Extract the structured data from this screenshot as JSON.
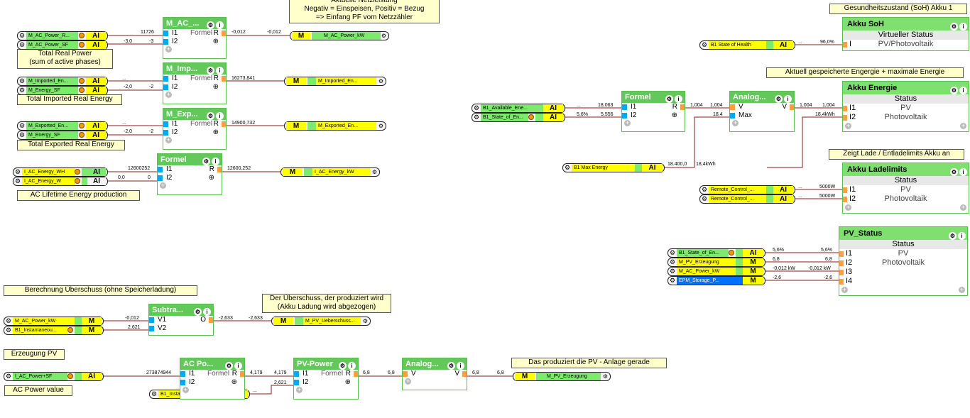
{
  "labels": {
    "netz": "Aktuelle Netzleistung\nNegativ = Einspeisen, Positiv = Bezug\n=> Einfang PF vom Netzzähler",
    "total_real_power": "Total Real Power\n(sum of active phases)",
    "total_imported": "Total Imported Real Energy",
    "total_exported": "Total Exported Real Energy",
    "ac_lifetime": "AC Lifetime Energy production",
    "soh_label": "Gesundheitszustand (SoH) Akku 1",
    "energie_label": "Aktuell gespeicherte Engergie + maximale Energie",
    "ladelimits_label": "Zeigt Lade / Entladelimits Akku an",
    "berechnung": "Berechnung Überschuss (ohne Speicherladung)",
    "ueberschuss": "Der Überschuss, der produziert wird\n(Akku Ladung wird abgezogen)",
    "erzeugung": "Erzeugung PV",
    "ac_power_value": "AC Power value",
    "produziert": "Das produziert die PV - Anlage gerade"
  },
  "inputs": {
    "ac_power_r": {
      "name": "M_AC_Power_R...",
      "type": "AI",
      "value": "11726"
    },
    "ac_power_sf": {
      "name": "M_AC_Power_SF",
      "type": "AI",
      "value": "-3,0"
    },
    "imported": {
      "name": "M_Imported_En...",
      "type": "AI",
      "value": "..."
    },
    "energy_sf1": {
      "name": "M_Energy_SF",
      "type": "AI",
      "value": "-2,0"
    },
    "exported": {
      "name": "M_Exported_En...",
      "type": "AI",
      "value": "..."
    },
    "energy_sf2": {
      "name": "M_Energy_SF",
      "type": "AI",
      "value": "-2,0"
    },
    "ac_energy_wh": {
      "name": "I_AC_Energy_WH",
      "type": "AI",
      "value": "12600252"
    },
    "ac_energy_w": {
      "name": "I_AC_Energy_W",
      "type": "AI",
      "value": "0,0"
    },
    "b1_soh": {
      "name": "B1 State of Health",
      "type": "AI",
      "value": "..."
    },
    "b1_available": {
      "name": "B1_Available_Ene...",
      "type": "AI",
      "value": "..."
    },
    "b1_state_en": {
      "name": "B1_State_of_En...",
      "type": "AI",
      "value": "5,6%"
    },
    "b1_max": {
      "name": "B1 Max Energy",
      "type": "AI",
      "value": "18.400,0"
    },
    "remote1": {
      "name": "Remote_Control_...",
      "type": "AI",
      "value": "..."
    },
    "remote2": {
      "name": "Remote_Control_...",
      "type": "AI",
      "value": "..."
    },
    "pv_b1_state": {
      "name": "B1_State_of_En...",
      "type": "AI",
      "value": "5,6%"
    },
    "pv_m_erz": {
      "name": "M_PV_Erzeugung",
      "type": "M",
      "value": "6,8"
    },
    "pv_m_ac": {
      "name": "M_AC_Power_kW",
      "type": "M",
      "value": "-0,012 kW"
    },
    "pv_epm": {
      "name": "EPM_Storage_P...",
      "type": "M",
      "value": "-2,6"
    },
    "sub_ac": {
      "name": "M_AC_Power_kW",
      "type": "M",
      "value": "-0,012"
    },
    "sub_b1": {
      "name": "B1_Instantaneou...",
      "type": "M",
      "value": "2,621"
    },
    "ac_power_sf_pv": {
      "name": "I_AC_Power+SF",
      "type": "AI",
      "value": "273874944"
    },
    "b1_inst": {
      "name": "B1_Instantaneou...",
      "type": "AI",
      "value": "..."
    }
  },
  "blocks": {
    "mac": {
      "title": "M_AC_...",
      "center": "Formel",
      "i1": "I1",
      "i2": "I2",
      "out": "R",
      "v1": "-3",
      "vout": "-0,012"
    },
    "mimp": {
      "title": "M_Imp...",
      "center": "Formel",
      "i1": "I1",
      "i2": "I2",
      "out": "R",
      "v1": "-2",
      "vout": "16273,841"
    },
    "mexp": {
      "title": "M_Exp...",
      "center": "Formel",
      "i1": "I1",
      "i2": "I2",
      "out": "R",
      "v1": "-2",
      "vout": "14900,732"
    },
    "formel_ac": {
      "title": "Formel",
      "i1": "I1",
      "i2": "I2",
      "out": "R",
      "v1": "0",
      "vout": "12600,252"
    },
    "formel_b1": {
      "title": "Formel",
      "i1": "I1",
      "i2": "I2",
      "out": "R",
      "v0": "18,063",
      "v1": "5,556",
      "vout": "1,004"
    },
    "analog_b1": {
      "title": "Analog...",
      "i1": "V",
      "i2": "Max",
      "out": "V",
      "v0": "1,004",
      "v1": "18,4",
      "vout": "1,004"
    },
    "subtra": {
      "title": "Subtra...",
      "i1": "V1",
      "i2": "V2",
      "out": "O",
      "vout": "-2,633"
    },
    "acpo": {
      "title": "AC Po...",
      "center": "Formel",
      "i1": "I1",
      "i2": "I2",
      "out": "R",
      "vout": "4,179"
    },
    "pvpower": {
      "title": "PV-Power",
      "center": "Formel",
      "i1": "I1",
      "i2": "I2",
      "out": "R",
      "v0": "4,179",
      "v1": "2,621",
      "vout": "6,8"
    },
    "analog_pv": {
      "title": "Analog...",
      "i1": "V",
      "out": "V",
      "v0": "6,8",
      "vout": "6,8"
    }
  },
  "outputs": {
    "m_ac_power_kw": {
      "type": "M",
      "name": "M_AC_Power_kW",
      "value": "-0,012"
    },
    "m_imported": {
      "type": "M",
      "name": "M_Imported_En..."
    },
    "m_exported": {
      "type": "M",
      "name": "M_Exported_En..."
    },
    "i_ac_energy_kw": {
      "type": "M",
      "name": "I_AC_Energy_kW"
    },
    "m_pv_ueber": {
      "type": "M",
      "name": "M_PV_Ueberschuss...",
      "value": "-2,633"
    },
    "m_pv_erz": {
      "type": "M",
      "name": "M_PV_Erzeugung",
      "value": "6,8"
    }
  },
  "status_blocks": {
    "soh": {
      "title": "Akku SoH",
      "sub": "Virtueller Status",
      "rows": [
        "I"
      ],
      "mid": "PV/Photovoltaik",
      "in": "96,0%"
    },
    "energie": {
      "title": "Akku Energie",
      "sub": "Status",
      "rows": [
        "I1",
        "I2"
      ],
      "mid1": "PV",
      "mid2": "Photovoltaik",
      "in1": "1,004",
      "in2": "18,4kWh"
    },
    "ladelimits": {
      "title": "Akku Ladelimits",
      "sub": "Status",
      "rows": [
        "I1",
        "I2"
      ],
      "mid1": "PV",
      "mid2": "Photovoltaik",
      "in1": "5000W",
      "in2": "5000W"
    },
    "pv_status": {
      "title": "PV_Status",
      "sub": "Status",
      "rows": [
        "I1",
        "I2",
        "I3",
        "I4"
      ],
      "mid1": "PV",
      "mid2": "Photovoltaik",
      "in1": "5,6%",
      "in2": "6,8",
      "in3": "-0,012 kW",
      "in4": "-2,6"
    }
  },
  "wire_values": {
    "max_energy": "18,4kWh"
  }
}
